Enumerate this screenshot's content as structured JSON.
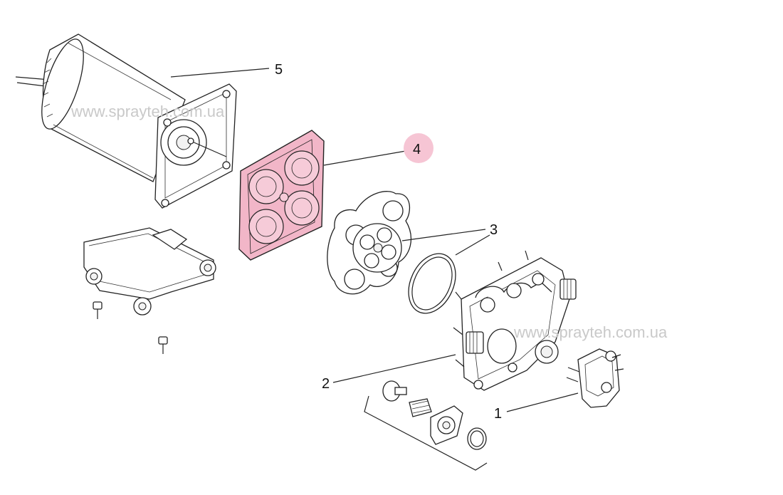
{
  "watermarks": [
    "www.sprayteh.com.ua",
    "www.sprayteh.com.ua"
  ],
  "callouts": [
    {
      "id": "1",
      "label": "1",
      "highlighted": false
    },
    {
      "id": "2",
      "label": "2",
      "highlighted": false
    },
    {
      "id": "3",
      "label": "3",
      "highlighted": false
    },
    {
      "id": "4",
      "label": "4",
      "highlighted": true
    },
    {
      "id": "5",
      "label": "5",
      "highlighted": false
    }
  ],
  "colors": {
    "highlight_part": "#f2b6c8",
    "highlight_badge": "#f6c5d4",
    "line": "#222222",
    "watermark": "#c9c9c9"
  }
}
